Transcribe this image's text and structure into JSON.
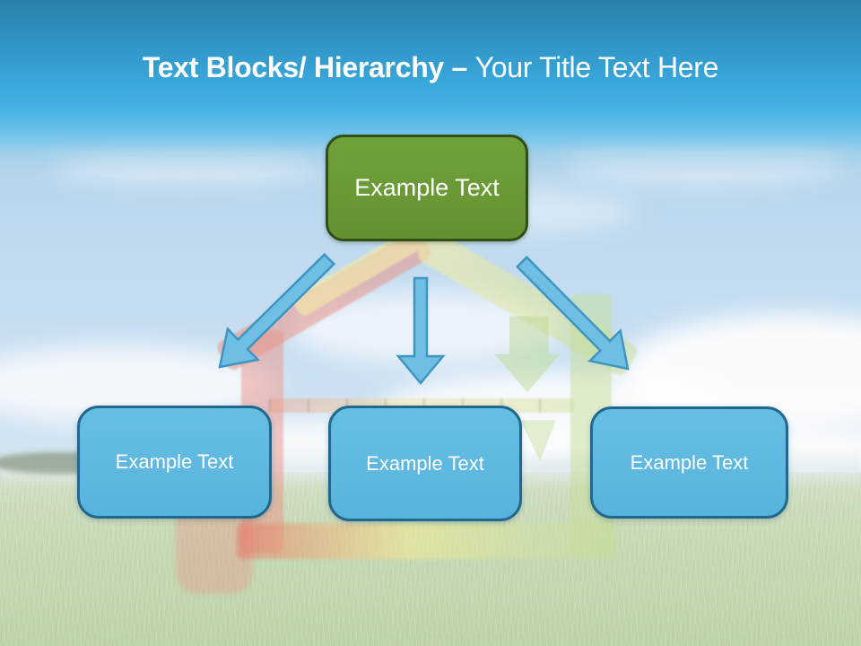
{
  "title": {
    "bold": "Text Blocks/ Hierarchy –",
    "regular": "Your Title Text Here"
  },
  "diagram": {
    "root": {
      "label": "Example Text"
    },
    "children": [
      {
        "label": "Example Text"
      },
      {
        "label": "Example Text"
      },
      {
        "label": "Example Text"
      }
    ],
    "arrows": [
      {
        "icon": "down-left-arrow"
      },
      {
        "icon": "down-arrow"
      },
      {
        "icon": "down-right-arrow"
      }
    ]
  },
  "background": {
    "description_elements": [
      "sky",
      "clouds",
      "grass",
      "faded-eco-house-graphic"
    ]
  },
  "colors": {
    "header_top": "#2a7fa9",
    "header_bottom": "#46b2e4",
    "title_text": "#ffffff",
    "root_fill": "#6a9c35",
    "root_border": "#304e16",
    "child_fill": "#5cb8e0",
    "child_border": "#21688e",
    "arrow_fill": "#6fbfe4",
    "arrow_stroke": "#3e95c0"
  }
}
